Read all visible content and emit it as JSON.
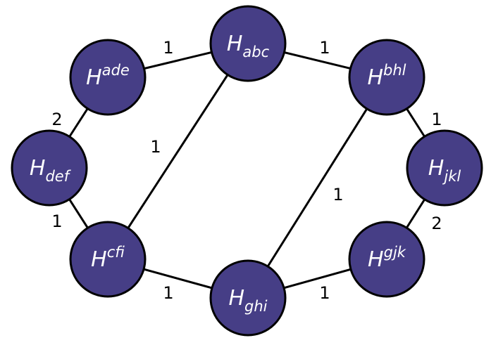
{
  "colors": {
    "node_fill": "#463e86",
    "edge": "#000000",
    "label_text": "#ffffff"
  },
  "nodes": [
    {
      "id": "abc",
      "base": "H",
      "index": "abc",
      "position": "sub"
    },
    {
      "id": "ade",
      "base": "H",
      "index": "ade",
      "position": "sup"
    },
    {
      "id": "bhl",
      "base": "H",
      "index": "bhl",
      "position": "sup"
    },
    {
      "id": "def",
      "base": "H",
      "index": "def",
      "position": "sub"
    },
    {
      "id": "jkl",
      "base": "H",
      "index": "jkl",
      "position": "sub"
    },
    {
      "id": "cfi",
      "base": "H",
      "index": "cfi",
      "position": "sup"
    },
    {
      "id": "gjk",
      "base": "H",
      "index": "gjk",
      "position": "sup"
    },
    {
      "id": "ghi",
      "base": "H",
      "index": "ghi",
      "position": "sub"
    }
  ],
  "edges": [
    {
      "from": "ade",
      "to": "abc",
      "weight": "1"
    },
    {
      "from": "abc",
      "to": "bhl",
      "weight": "1"
    },
    {
      "from": "ade",
      "to": "def",
      "weight": "2"
    },
    {
      "from": "bhl",
      "to": "jkl",
      "weight": "1"
    },
    {
      "from": "abc",
      "to": "cfi",
      "weight": "1"
    },
    {
      "from": "bhl",
      "to": "ghi",
      "weight": "1"
    },
    {
      "from": "def",
      "to": "cfi",
      "weight": "1"
    },
    {
      "from": "jkl",
      "to": "gjk",
      "weight": "2"
    },
    {
      "from": "cfi",
      "to": "ghi",
      "weight": "1"
    },
    {
      "from": "ghi",
      "to": "gjk",
      "weight": "1"
    }
  ]
}
